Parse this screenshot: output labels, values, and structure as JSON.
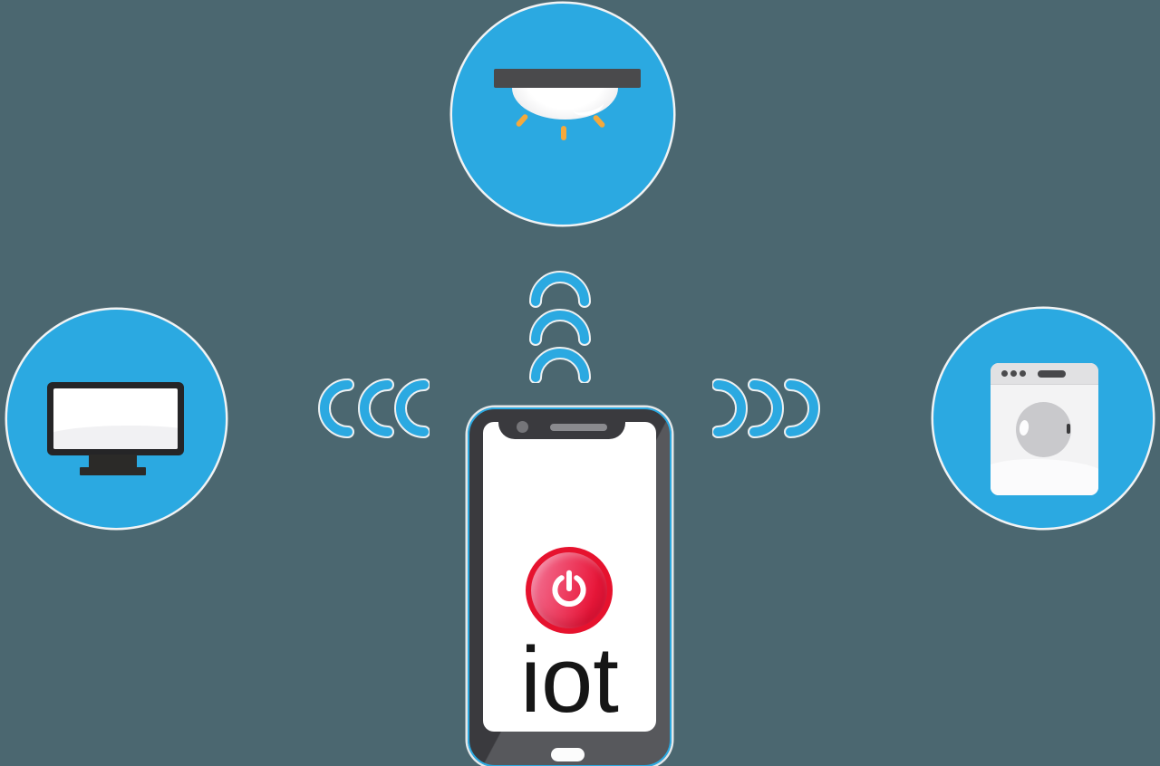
{
  "illustration": {
    "label": "iot",
    "theme": {
      "background": "#4B6770",
      "accent_blue": "#2BA9E1",
      "device_dark": "#3A3A3E",
      "power_red": "#E9173A",
      "ray_orange": "#F4A93C",
      "washer_gray": "#C9C9CC"
    },
    "icons": [
      "ceiling-light-icon",
      "monitor-icon",
      "washing-machine-icon",
      "smartphone-icon",
      "power-icon",
      "signal-waves-icon"
    ],
    "nodes": [
      {
        "id": "smart-light",
        "icon": "ceiling-light-icon",
        "position": "top"
      },
      {
        "id": "computer",
        "icon": "monitor-icon",
        "position": "left"
      },
      {
        "id": "washing-machine",
        "icon": "washing-machine-icon",
        "position": "right"
      },
      {
        "id": "iot-smartphone",
        "icon": "smartphone-icon",
        "position": "center"
      }
    ],
    "signals": [
      {
        "from": "iot-smartphone",
        "to": "smart-light",
        "direction": "up",
        "waves": 3
      },
      {
        "from": "iot-smartphone",
        "to": "computer",
        "direction": "left",
        "waves": 3
      },
      {
        "from": "iot-smartphone",
        "to": "washing-machine",
        "direction": "right",
        "waves": 3
      }
    ]
  }
}
